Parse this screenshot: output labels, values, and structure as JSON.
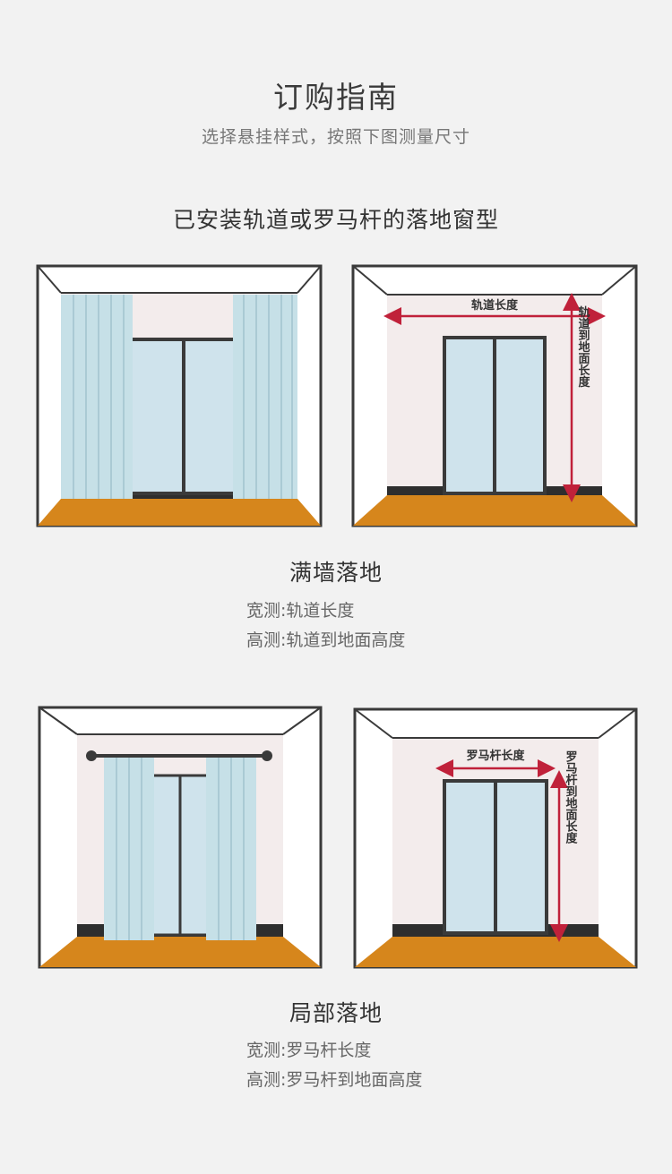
{
  "header": {
    "title": "订购指南",
    "subtitle": "选择悬挂样式，按照下图测量尺寸"
  },
  "section": {
    "heading": "已安装轨道或罗马杆的落地窗型"
  },
  "type1": {
    "title": "满墙落地",
    "width_line": "宽测:轨道长度",
    "height_line": "高测:轨道到地面高度",
    "diagram_width_label": "轨道长度",
    "diagram_height_label": "轨道到地面长度"
  },
  "type2": {
    "title": "局部落地",
    "width_line": "宽测:罗马杆长度",
    "height_line": "高测:罗马杆到地面高度",
    "diagram_width_label": "罗马杆长度",
    "diagram_height_label": "罗马杆到地面长度"
  },
  "colors": {
    "background": "#f2f2f2",
    "floor": "#d6861c",
    "glass": "#cfe3ec",
    "curtain": "#c6e0e7",
    "arrow": "#c0213a",
    "frame": "#3a3a3a"
  }
}
